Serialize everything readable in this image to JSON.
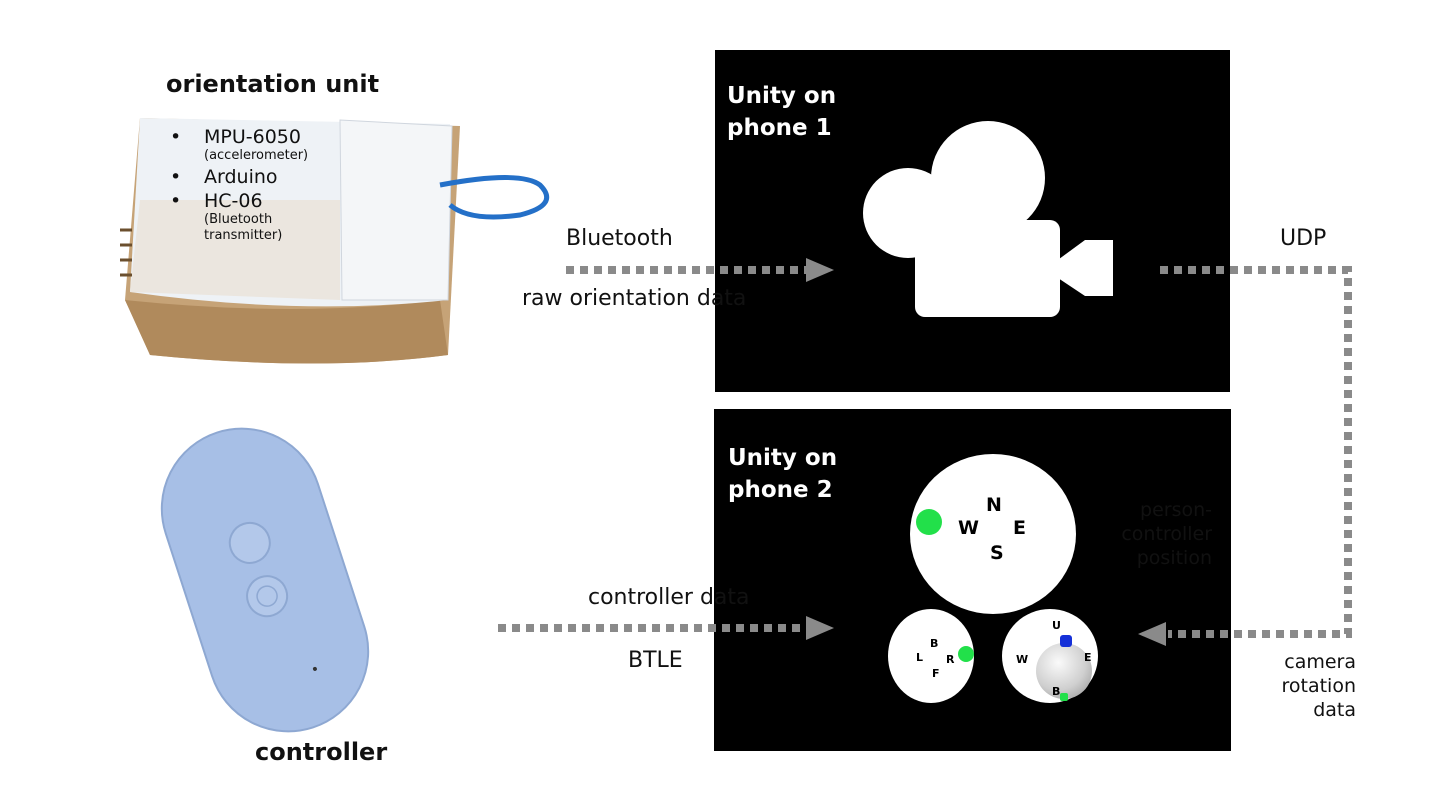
{
  "orientation_unit": {
    "title": "orientation unit",
    "components": [
      {
        "name": "MPU-6050",
        "detail": "(accelerometer)"
      },
      {
        "name": "Arduino",
        "detail": ""
      },
      {
        "name": "HC-06",
        "detail": "(Bluetooth transmitter)"
      }
    ]
  },
  "controller": {
    "title": "controller"
  },
  "phone1": {
    "title_line1": "Unity on",
    "title_line2": "phone 1"
  },
  "phone2": {
    "title_line1": "Unity on",
    "title_line2": "phone 2",
    "compass": {
      "n": "N",
      "s": "S",
      "e": "E",
      "w": "W"
    },
    "small_left": {
      "l": "L",
      "b": "B",
      "r": "R",
      "f": "F"
    },
    "small_right": {
      "u": "U",
      "w": "W",
      "e": "E",
      "b": "B"
    }
  },
  "links": {
    "bluetooth": "Bluetooth",
    "raw_orientation": "raw orientation data",
    "controller_data": "controller data",
    "btle": "BTLE",
    "udp": "UDP",
    "person_controller": [
      "person-",
      "controller",
      "position"
    ],
    "camera_rotation": [
      "camera",
      "rotation",
      "data"
    ]
  },
  "colors": {
    "marker_green": "#22e04a",
    "marker_blue": "#1530d8",
    "arrow_grey": "#8a8a8a",
    "controller_blue": "#a7bfe6"
  }
}
